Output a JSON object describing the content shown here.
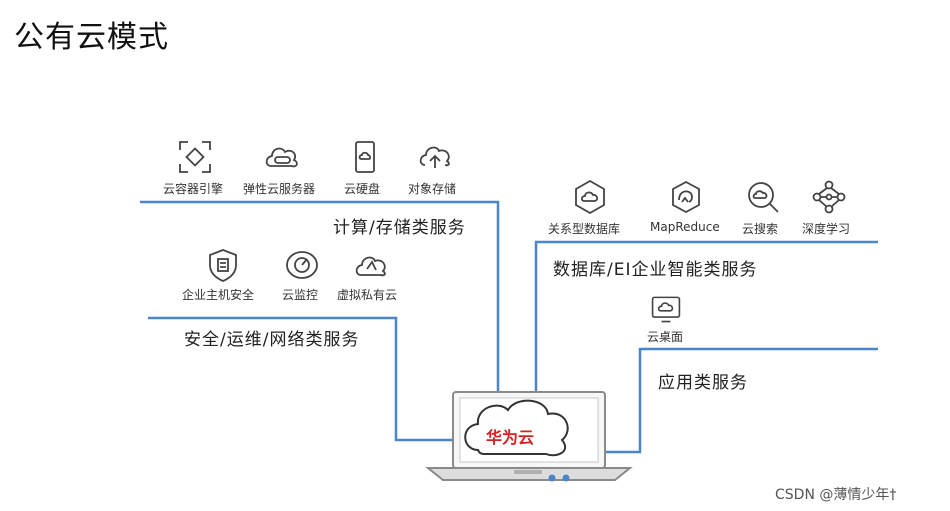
{
  "title": "公有云模式",
  "groups": {
    "compute": {
      "label": "计算/存储类服务",
      "items": [
        {
          "label": "云容器引擎",
          "icon": "container-engine-icon"
        },
        {
          "label": "弹性云服务器",
          "icon": "elastic-server-icon"
        },
        {
          "label": "云硬盘",
          "icon": "cloud-disk-icon"
        },
        {
          "label": "对象存储",
          "icon": "object-storage-icon"
        }
      ]
    },
    "security": {
      "label": "安全/运维/网络类服务",
      "items": [
        {
          "label": "企业主机安全",
          "icon": "host-security-icon"
        },
        {
          "label": "云监控",
          "icon": "cloud-monitor-icon"
        },
        {
          "label": "虚拟私有云",
          "icon": "vpc-icon"
        }
      ]
    },
    "database": {
      "label": "数据库/EI企业智能类服务",
      "items": [
        {
          "label": "关系型数据库",
          "icon": "relational-db-icon"
        },
        {
          "label": "MapReduce",
          "icon": "mapreduce-icon"
        },
        {
          "label": "云搜索",
          "icon": "cloud-search-icon"
        },
        {
          "label": "深度学习",
          "icon": "deep-learning-icon"
        }
      ]
    },
    "application": {
      "label": "应用类服务",
      "items": [
        {
          "label": "云桌面",
          "icon": "cloud-desktop-icon"
        }
      ]
    }
  },
  "center": {
    "label": "华为云"
  },
  "watermark": "CSDN @薄情少年†",
  "colors": {
    "line": "#4a86c8",
    "center_text": "#d52222",
    "icon": "#444444"
  }
}
